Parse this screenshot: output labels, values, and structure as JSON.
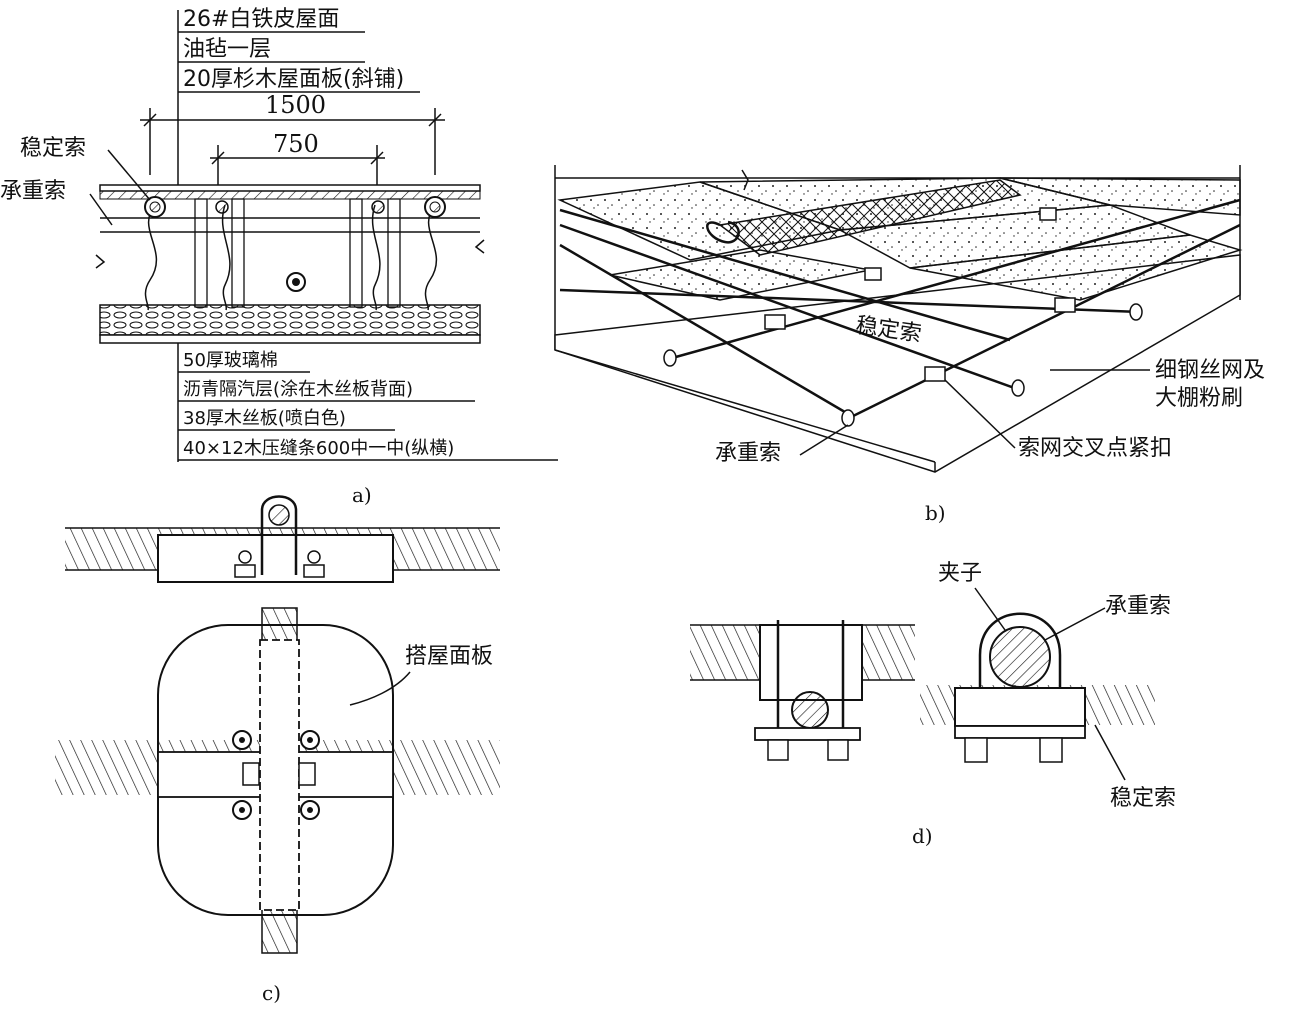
{
  "panel_a": {
    "layers_top": [
      "26#白铁皮屋面",
      "油毡一层",
      "20厚杉木屋面板(斜铺)"
    ],
    "dim_outer": "1500",
    "dim_inner": "750",
    "label_stabilizing": "稳定索",
    "label_bearing": "承重索",
    "layers_bottom": [
      "50厚玻璃棉",
      "沥青隔汽层(涂在木丝板背面)",
      "38厚木丝板(喷白色)",
      "40×12木压缝条600中一中(纵横)"
    ],
    "caption": "a)"
  },
  "panel_b": {
    "label_stabilizing": "稳定索",
    "label_mesh_line1": "细钢丝网及",
    "label_mesh_line2": "大棚粉刷",
    "label_bearing": "承重索",
    "label_clamp": "索网交叉点紧扣",
    "caption": "b)"
  },
  "panel_c": {
    "label_panel": "搭屋面板",
    "caption": "c)"
  },
  "panel_d": {
    "label_clip": "夹子",
    "label_bearing": "承重索",
    "label_stabilizing": "稳定索",
    "caption": "d)"
  }
}
